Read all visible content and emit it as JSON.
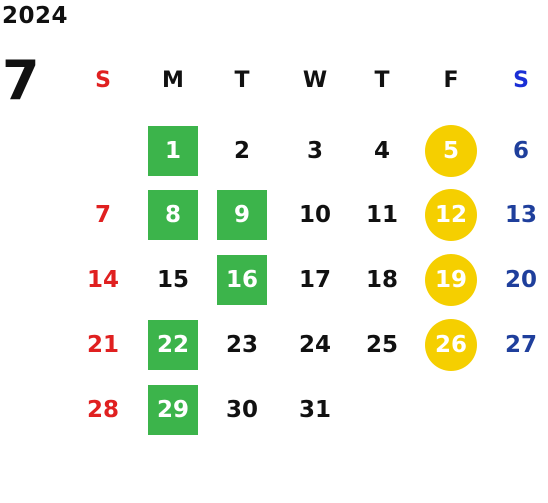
{
  "calendar": {
    "year": "2024",
    "month": "7",
    "weekdays": [
      "S",
      "M",
      "T",
      "W",
      "T",
      "F",
      "S"
    ],
    "weeks": [
      [
        "",
        "1",
        "2",
        "3",
        "4",
        "5",
        "6"
      ],
      [
        "7",
        "8",
        "9",
        "10",
        "11",
        "12",
        "13"
      ],
      [
        "14",
        "15",
        "16",
        "17",
        "18",
        "19",
        "20"
      ],
      [
        "21",
        "22",
        "23",
        "24",
        "25",
        "26",
        "27"
      ],
      [
        "28",
        "29",
        "30",
        "31",
        "",
        "",
        ""
      ]
    ],
    "green_days": [
      "1",
      "8",
      "9",
      "16",
      "22",
      "29"
    ],
    "gold_days": [
      "5",
      "12",
      "19",
      "26"
    ]
  },
  "colors": {
    "sunday": "#e02020",
    "saturday_header": "#1a2fd6",
    "saturday": "#1f3f9c",
    "weekday": "#111111",
    "green_highlight": "#3cb44b",
    "gold_highlight": "#f5cf00"
  }
}
